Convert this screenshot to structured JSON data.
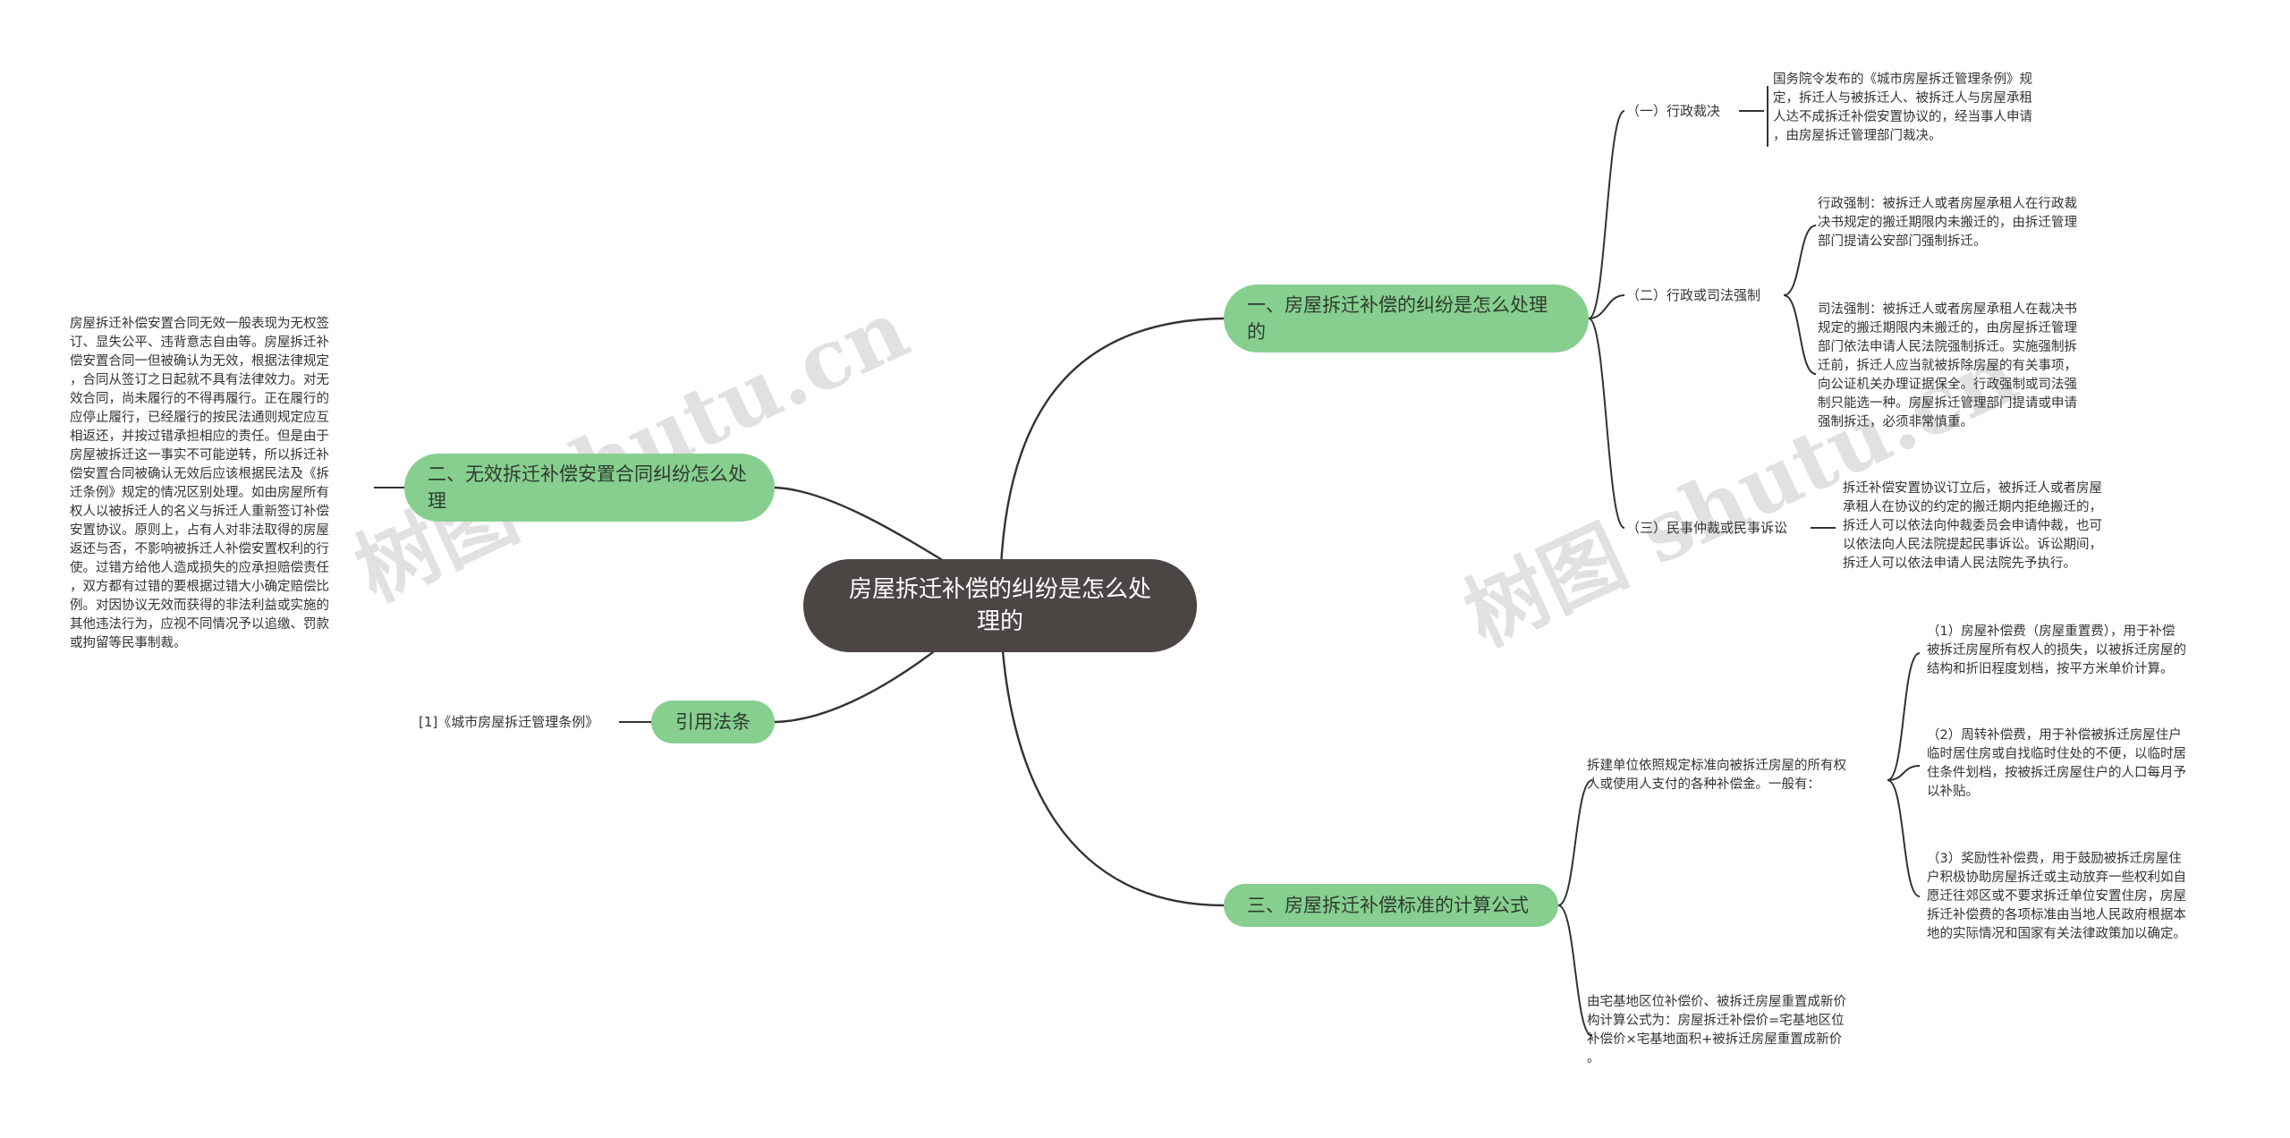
{
  "watermark": {
    "text_left": "树图 shutu.cn",
    "text_right": "树图 shutu.cn"
  },
  "root": {
    "label": "房屋拆迁补偿的纠纷是怎么处理的"
  },
  "branches": {
    "b1": {
      "label": "一、房屋拆迁补偿的纠纷是怎么处理的"
    },
    "b2": {
      "label": "二、无效拆迁补偿安置合同纠纷怎么处理"
    },
    "b3": {
      "label": "引用法条"
    },
    "b4": {
      "label": "三、房屋拆迁补偿标准的计算公式"
    }
  },
  "b1_children": {
    "c1": {
      "label": "（一）行政裁决",
      "text": "国务院令发布的《城市房屋拆迁管理条例》规\n定，拆迁人与被拆迁人、被拆迁人与房屋承租\n人达不成拆迁补偿安置协议的，经当事人申请\n，由房屋拆迁管理部门裁决。"
    },
    "c2": {
      "label": "（二）行政或司法强制",
      "text1": "行政强制：被拆迁人或者房屋承租人在行政裁\n决书规定的搬迁期限内未搬迁的，由拆迁管理\n部门提请公安部门强制拆迁。",
      "text2": "司法强制：被拆迁人或者房屋承租人在裁决书\n规定的搬迁期限内未搬迁的，由房屋拆迁管理\n部门依法申请人民法院强制拆迁。实施强制拆\n迁前，拆迁人应当就被拆除房屋的有关事项，\n向公证机关办理证据保全。行政强制或司法强\n制只能选一种。房屋拆迁管理部门提请或申请\n强制拆迁，必须非常慎重。"
    },
    "c3": {
      "label": "（三）民事仲裁或民事诉讼",
      "text": "拆迁补偿安置协议订立后，被拆迁人或者房屋\n承租人在协议的约定的搬迁期内拒绝搬迁的，\n拆迁人可以依法向仲裁委员会申请仲裁，也可\n以依法向人民法院提起民事诉讼。诉讼期间，\n拆迁人可以依法申请人民法院先予执行。"
    }
  },
  "b2_text": "房屋拆迁补偿安置合同无效一般表现为无权签\n订、显失公平、违背意志自由等。房屋拆迁补\n偿安置合同一但被确认为无效，根据法律规定\n，合同从签订之日起就不具有法律效力。对无\n效合同，尚未履行的不得再履行。正在履行的\n应停止履行，已经履行的按民法通则规定应互\n相返还，并按过错承担相应的责任。但是由于\n房屋被拆迁这一事实不可能逆转，所以拆迁补\n偿安置合同被确认无效后应该根据民法及《拆\n迁条例》规定的情况区别处理。如由房屋所有\n权人以被拆迁人的名义与拆迁人重新签订补偿\n安置协议。原则上，占有人对非法取得的房屋\n返还与否，不影响被拆迁人补偿安置权利的行\n使。过错方给他人造成损失的应承担赔偿责任\n，双方都有过错的要根据过错大小确定赔偿比\n例。对因协议无效而获得的非法利益或实施的\n其他违法行为，应视不同情况予以追缴、罚款\n或拘留等民事制裁。",
  "b3_text": "[1]《城市房屋拆迁管理条例》",
  "b4_children": {
    "d1": {
      "text": "拆建单位依照规定标准向被拆迁房屋的所有权\n人或使用人支付的各种补偿金。一般有：",
      "items": [
        "（1）房屋补偿费（房屋重置费），用于补偿\n被拆迁房屋所有权人的损失，以被拆迁房屋的\n结构和折旧程度划档，按平方米单价计算。",
        "（2）周转补偿费，用于补偿被拆迁房屋住户\n临时居住房或自找临时住处的不便，以临时居\n住条件划档，按被拆迁房屋住户的人口每月予\n以补贴。",
        "（3）奖励性补偿费，用于鼓励被拆迁房屋住\n户积极协助房屋拆迁或主动放弃一些权利如自\n愿迁往郊区或不要求拆迁单位安置住房，房屋\n拆迁补偿费的各项标准由当地人民政府根据本\n地的实际情况和国家有关法律政策加以确定。"
      ]
    },
    "d2": {
      "text": "由宅基地区位补偿价、被拆迁房屋重置成新价\n构计算公式为：房屋拆迁补偿价=宅基地区位\n补偿价×宅基地面积+被拆迁房屋重置成新价\n。"
    }
  }
}
